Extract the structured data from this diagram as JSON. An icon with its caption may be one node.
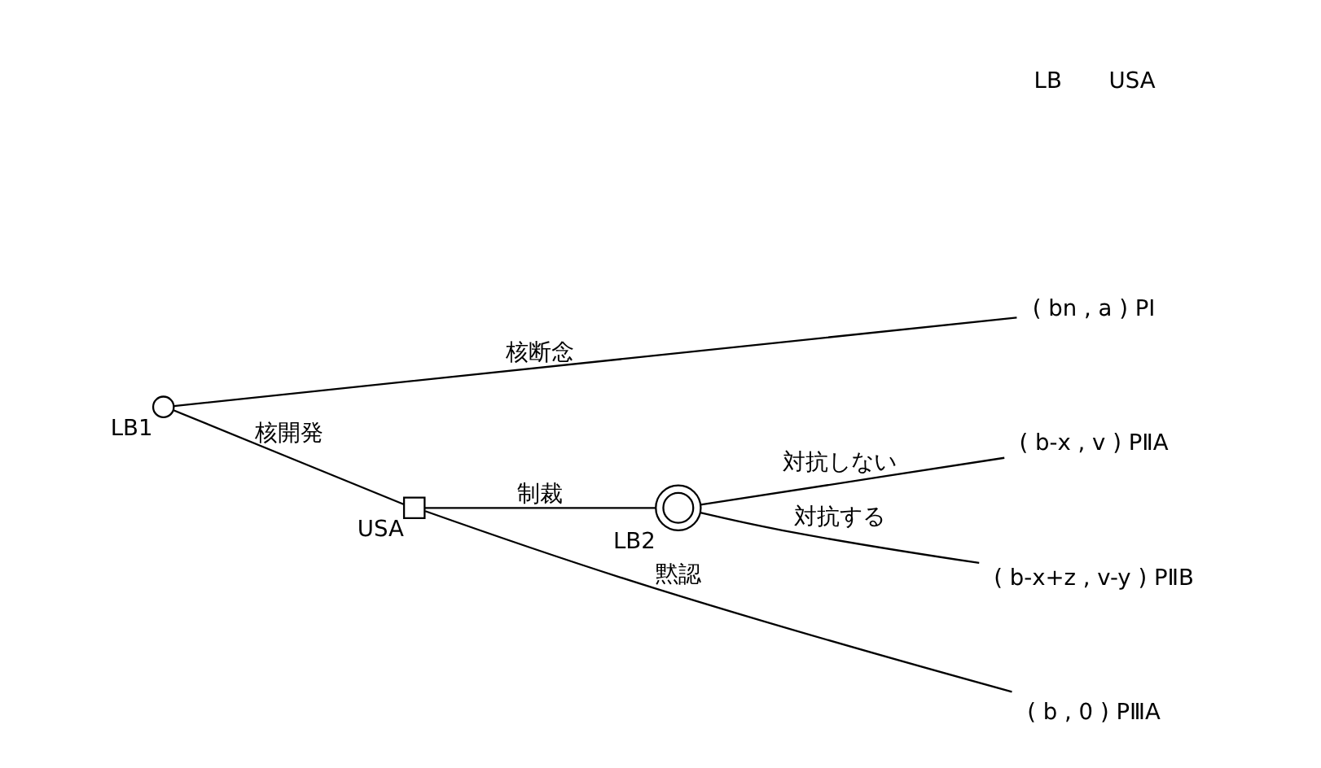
{
  "diagram": {
    "nodes": [
      {
        "text": [],
        "shape": "circle",
        "beside": [
          "LB1"
        ]
      },
      {
        "text": [
          "( bn , a ) PⅠ"
        ]
      },
      {
        "text": [],
        "shape": "box",
        "beside": [
          "USA"
        ]
      },
      {
        "text": [
          "( b , 0 ) PⅢA"
        ]
      },
      {
        "text": [],
        "shape": "circle",
        "beside": [
          "LB2"
        ]
      },
      {
        "text": [
          "( b-x , v ) PⅡA"
        ]
      },
      {
        "text": [
          "( b-x+z , v-y ) PⅡB"
        ]
      }
    ],
    "edges": [
      {
        "from": 0,
        "to": 1,
        "arrow": "none",
        "label": "核断念"
      },
      {
        "from": 0,
        "to": 2,
        "arrow": "none",
        "label": "核開発"
      },
      {
        "from": 2,
        "to": 3,
        "arrow": "none",
        "label": "黙認"
      },
      {
        "from": 2,
        "to": 4,
        "arrow": "none",
        "label": "制裁"
      },
      {
        "from": 4,
        "to": 5,
        "arrow": "none",
        "label": "対抗しない"
      },
      {
        "from": 4,
        "to": 6,
        "arrow": "none",
        "label": "対抗する"
      }
    ],
    "labels": [
      "LB",
      "USA"
    ]
  }
}
